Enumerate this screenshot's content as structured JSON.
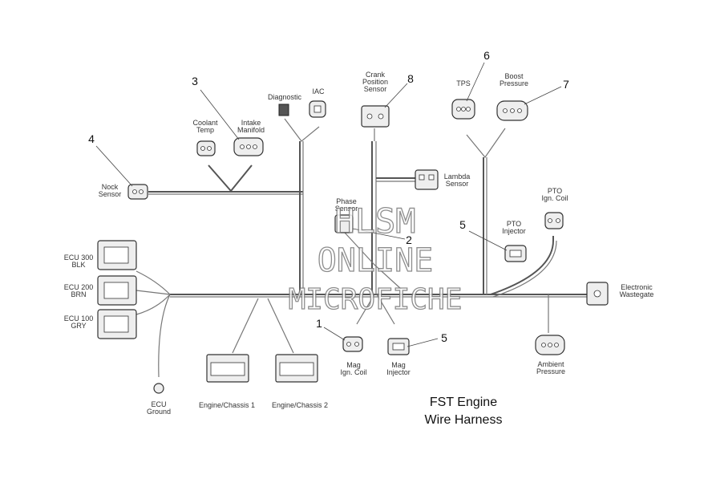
{
  "labels": {
    "nock_sensor": [
      "Nock",
      "Sensor"
    ],
    "coolant_temp": [
      "Coolant",
      "Temp"
    ],
    "intake_manifold": [
      "Intake",
      "Manifold"
    ],
    "diagnostic": [
      "Diagnostic"
    ],
    "iac": [
      "IAC"
    ],
    "crank_position_sensor": [
      "Crank",
      "Position",
      "Sensor"
    ],
    "tps": [
      "TPS"
    ],
    "boost_pressure": [
      "Boost",
      "Pressure"
    ],
    "lambda_sensor": [
      "Lambda",
      "Sensor"
    ],
    "phase_sensor": [
      "Phase",
      "Sensor"
    ],
    "pto_ign_coil": [
      "PTO",
      "Ign. Coil"
    ],
    "pto_injector": [
      "PTO",
      "Injector"
    ],
    "ecu_300": [
      "ECU 300",
      "BLK"
    ],
    "ecu_200": [
      "ECU 200",
      "BRN"
    ],
    "ecu_100": [
      "ECU 100",
      "GRY"
    ],
    "ecu_ground": [
      "ECU",
      "Ground"
    ],
    "engine_chassis_1": [
      "Engine/Chassis 1"
    ],
    "engine_chassis_2": [
      "Engine/Chassis 2"
    ],
    "mag_ign_coil": [
      "Mag",
      "Ign. Coil"
    ],
    "mag_injector": [
      "Mag",
      "Injector"
    ],
    "electronic_wastegate": [
      "Electronic",
      "Wastegate"
    ],
    "ambient_pressure": [
      "Ambient",
      "Pressure"
    ]
  },
  "callouts": {
    "c1": "1",
    "c2": "2",
    "c3": "3",
    "c4": "4",
    "c5a": "5",
    "c5b": "5",
    "c6": "6",
    "c7": "7",
    "c8": "8"
  },
  "title": [
    "FST Engine",
    "Wire Harness"
  ],
  "watermark": [
    "HLSM",
    "ONLINE",
    "MICROFICHE"
  ]
}
